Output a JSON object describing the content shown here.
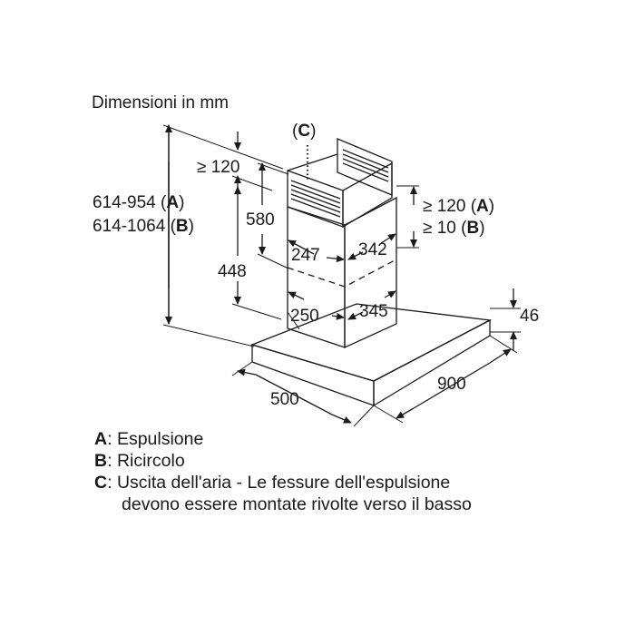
{
  "title": "Dimensioni in mm",
  "dimensions": {
    "total_height_a": "614-954",
    "total_height_b": "614-1064",
    "tag_a": "A",
    "tag_b": "B",
    "tag_c": "C",
    "clearance_top": "≥ 120",
    "clearance_right_a": "≥ 120",
    "clearance_right_b": "≥ 10",
    "upper_chimney_height": "580",
    "lower_chimney_height": "448",
    "upper_chimney_width": "247",
    "upper_chimney_depth": "342",
    "lower_chimney_width": "250",
    "lower_chimney_depth": "345",
    "canopy_thickness": "46",
    "canopy_width": "900",
    "canopy_depth": "500"
  },
  "legend": [
    {
      "key": "A",
      "text": "Espulsione"
    },
    {
      "key": "B",
      "text": "Ricircolo"
    },
    {
      "key": "C",
      "text": "Uscita dell'aria - Le fessure dell'espulsione",
      "continuation": "devono essere montate rivolte verso il basso"
    }
  ],
  "colors": {
    "line": "#1a1a1a",
    "background": "#ffffff"
  }
}
